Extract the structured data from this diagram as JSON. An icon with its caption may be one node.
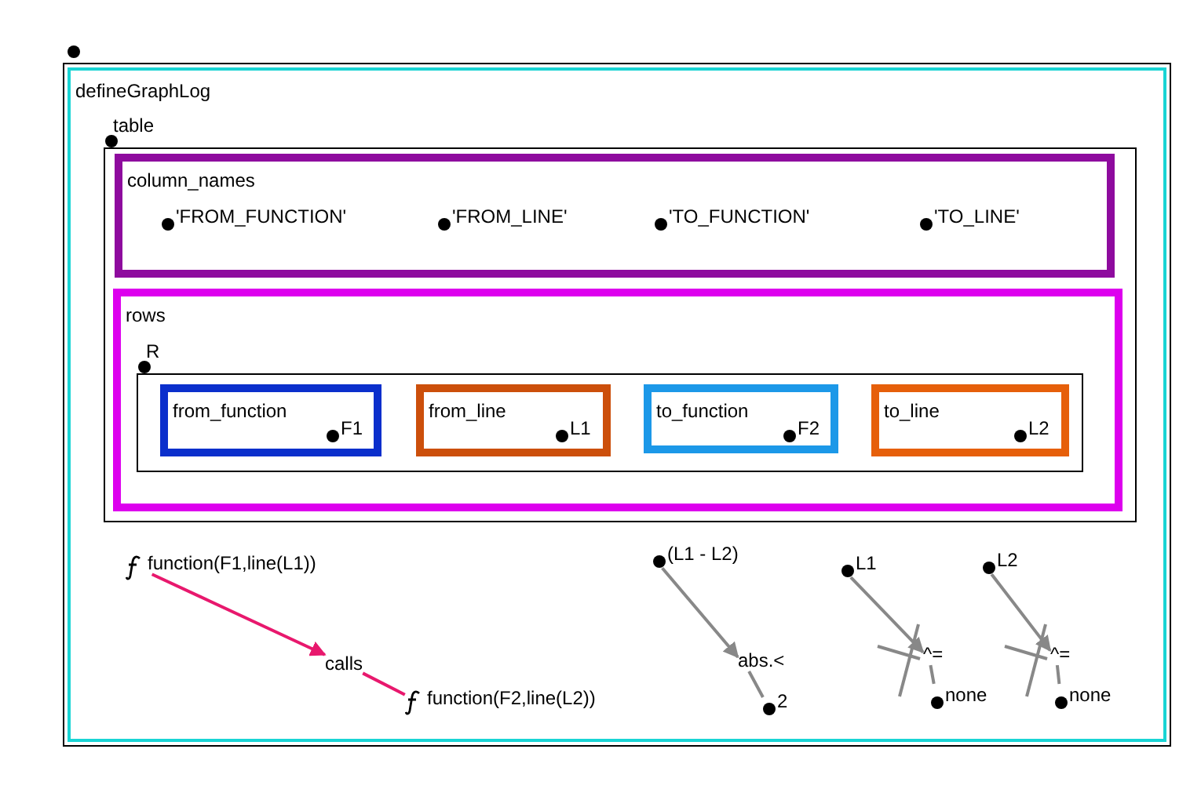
{
  "diagram": {
    "nodes": [
      {
        "text": [],
        "shape": "box"
      },
      {
        "text": [
          "defineGraphLog"
        ],
        "in": 0
      },
      {
        "text": [
          "table"
        ],
        "in": 1
      },
      {
        "text": [
          "column_names"
        ],
        "in": 2
      },
      {
        "text": [
          "'FROM_FUNCTION'"
        ],
        "in": 3
      },
      {
        "text": [
          "'FROM_LINE'"
        ],
        "in": 3
      },
      {
        "text": [
          "'TO_FUNCTION'"
        ],
        "in": 3
      },
      {
        "text": [
          "'TO_LINE'"
        ],
        "in": 3
      },
      {
        "text": [
          "rows"
        ],
        "in": 2
      },
      {
        "text": [
          "R"
        ],
        "in": 8
      },
      {
        "text": [
          "from_function",
          "F1"
        ],
        "in": 9
      },
      {
        "text": [
          "from_line",
          "L1"
        ],
        "in": 9
      },
      {
        "text": [
          "to_function",
          "F2"
        ],
        "in": 9
      },
      {
        "text": [
          "to_line",
          "L2"
        ],
        "in": 9
      },
      {
        "text": [
          "function(F1,line(L1))"
        ],
        "in": 1
      },
      {
        "text": [
          "calls"
        ],
        "in": 1
      },
      {
        "text": [
          "function(F2,line(L2))"
        ],
        "in": 1
      },
      {
        "text": [
          "(L1 - L2)"
        ],
        "in": 1
      },
      {
        "text": [
          "abs.<"
        ],
        "in": 1
      },
      {
        "text": [
          "2"
        ],
        "in": 1
      },
      {
        "text": [
          "L1"
        ],
        "in": 1
      },
      {
        "text": [
          "^="
        ],
        "in": 1
      },
      {
        "text": [
          "none"
        ],
        "in": 1
      },
      {
        "text": [
          "L2"
        ],
        "in": 1
      },
      {
        "text": [
          "^="
        ],
        "in": 1
      },
      {
        "text": [
          "none"
        ],
        "in": 1
      }
    ],
    "edges": [
      {
        "from": 14,
        "to": 15,
        "arrow": "to",
        "color": "#e8186d"
      },
      {
        "from": 15,
        "to": 16,
        "arrow": "none",
        "color": "#e8186d"
      },
      {
        "from": 17,
        "to": 18,
        "arrow": "to"
      },
      {
        "from": 18,
        "to": 19,
        "arrow": "none"
      },
      {
        "from": 20,
        "to": 21,
        "arrow": "to"
      },
      {
        "from": 21,
        "to": 22,
        "arrow": "none"
      },
      {
        "from": 23,
        "to": 24,
        "arrow": "to"
      },
      {
        "from": 24,
        "to": 25,
        "arrow": "none"
      }
    ]
  }
}
